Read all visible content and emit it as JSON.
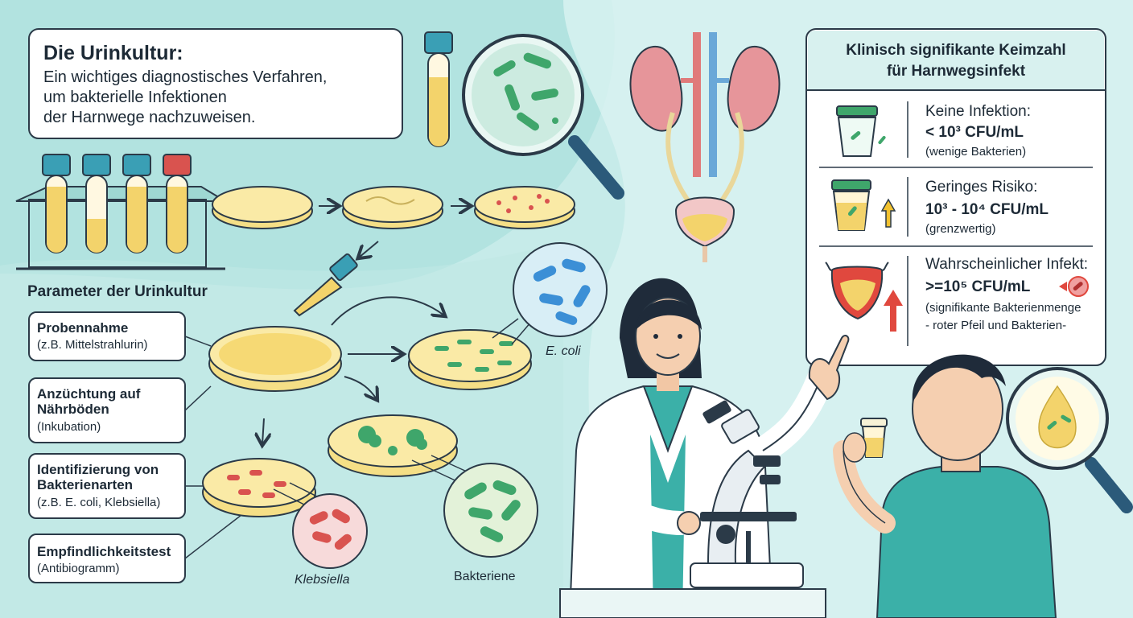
{
  "intro": {
    "title": "Die Urinkultur:",
    "lines": [
      "Ein wichtiges diagnostisches Verfahren,",
      "um bakterielle Infektionen",
      "der Harnwege nachzuweisen."
    ]
  },
  "parameters": {
    "heading": "Parameter der Urinkultur",
    "items": [
      {
        "title": "Probennahme",
        "subtitle": "(z.B. Mittelstrahlurin)"
      },
      {
        "title": "Anzüchtung auf Nährböden",
        "title_lines": [
          "Anzüchtung auf",
          "Nährböden"
        ],
        "subtitle": "(Inkubation)"
      },
      {
        "title": "Identifizierung von Bakterienarten",
        "title_lines": [
          "Identifizierung von",
          "Bakterienarten"
        ],
        "subtitle": "(z.B. E. coli, Klebsiella)"
      },
      {
        "title": "Empfindlichkeitstest",
        "subtitle": "(Antibiogramm)"
      }
    ]
  },
  "bacteria_labels": {
    "ecoli": "E. coli",
    "klebsiella": "Klebsiella",
    "other": "Bakteriene"
  },
  "keimzahl": {
    "title_lines": [
      "Klinisch signifikante Keimzahl",
      "für Harnwegsinfekt"
    ],
    "rows": [
      {
        "heading": "Keine Infektion:",
        "value": "< 10³ CFU/mL",
        "note_lines": [
          "(wenige Bakterien)"
        ]
      },
      {
        "heading": "Geringes Risiko:",
        "value": "10³ - 10⁴ CFU/mL",
        "note_lines": [
          "(grenzwertig)"
        ]
      },
      {
        "heading": "Wahrscheinlicher Infekt:",
        "value": ">=10⁵ CFU/mL",
        "note_lines": [
          "(signifikante Bakterienmenge",
          "- roter Pfeil und Bakterien-"
        ]
      }
    ]
  },
  "colors": {
    "background": "#c6ebe9",
    "outline": "#2b3a48",
    "urine": "#f3d36b",
    "agar": "#f5df86",
    "ecoli_green": "#3fa66b",
    "bacteria_blue": "#3b8fd6",
    "klebsiella_red": "#d9534f",
    "panel_header": "#d8f1ef",
    "arrow_red": "#e0483e",
    "arrow_yellow": "#f2c230",
    "coat": "#ffffff",
    "scrubs": "#3bb0a8"
  }
}
